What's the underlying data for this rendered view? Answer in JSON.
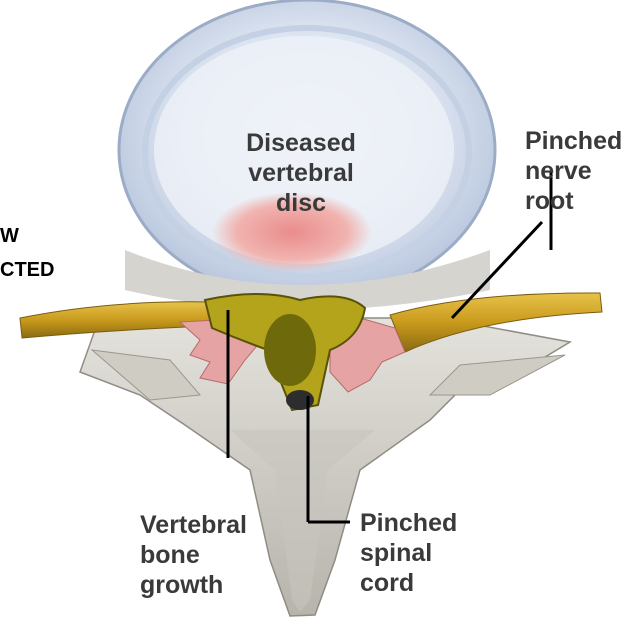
{
  "labels": {
    "disc": [
      "Diseased",
      "vertebral",
      "disc"
    ],
    "nerve_root": [
      "Pinched",
      "nerve",
      "root"
    ],
    "bone_growth": [
      "Vertebral",
      "bone",
      "growth"
    ],
    "spinal_cord": [
      "Pinched",
      "spinal",
      "cord"
    ]
  },
  "edge_text": [
    "W",
    "CTED"
  ]
}
